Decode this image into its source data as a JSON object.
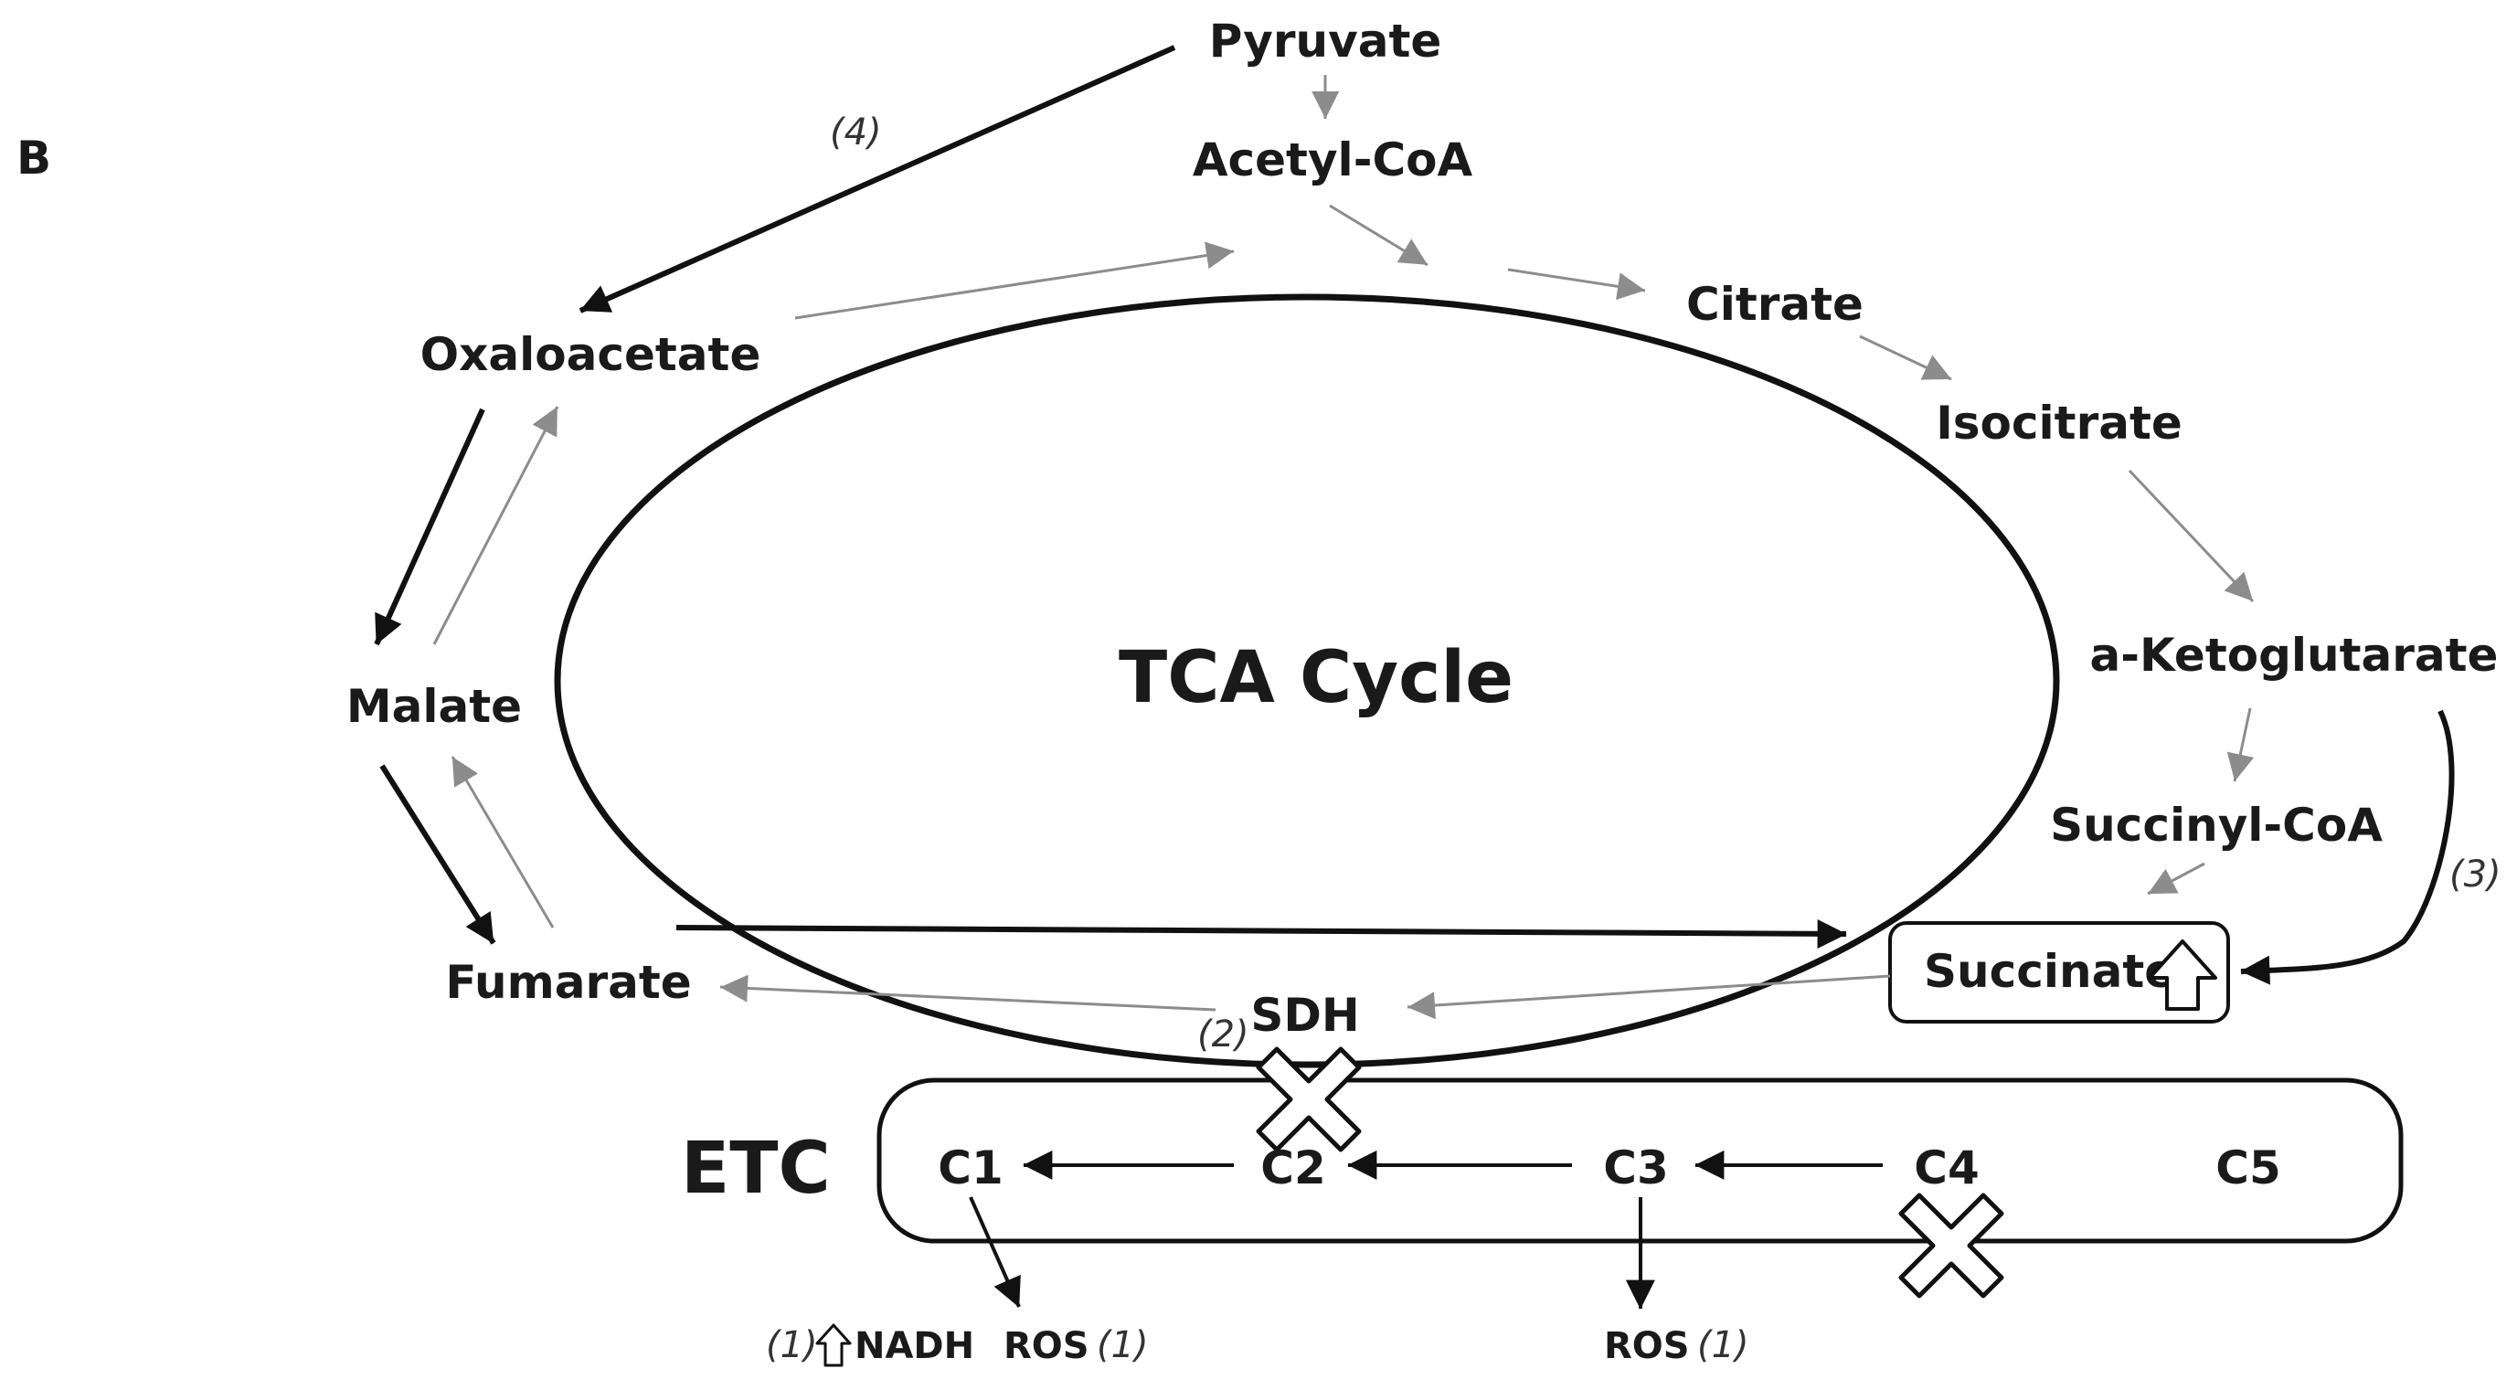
{
  "panel_label": "B",
  "cycle_title": "TCA Cycle",
  "etc_title": "ETC",
  "metabolites": {
    "pyruvate": "Pyruvate",
    "acetyl_coa": "Acetyl-CoA",
    "citrate": "Citrate",
    "isocitrate": "Isocitrate",
    "a_ketoglutarate": "a-Ketoglutarate",
    "succinyl_coa": "Succinyl-CoA",
    "succinate": "Succinate",
    "fumarate": "Fumarate",
    "malate": "Malate",
    "oxaloacetate": "Oxaloacetate"
  },
  "enzyme": "SDH",
  "complexes": [
    "C1",
    "C2",
    "C3",
    "C4",
    "C5"
  ],
  "annotations": {
    "n1": "(1)",
    "n2": "(2)",
    "n3": "(3)",
    "n4": "(4)"
  },
  "outputs": {
    "nadh": "NADH",
    "ros": "ROS"
  },
  "colors": {
    "line": "#111111",
    "gray_arrow": "#8c8c8c"
  }
}
